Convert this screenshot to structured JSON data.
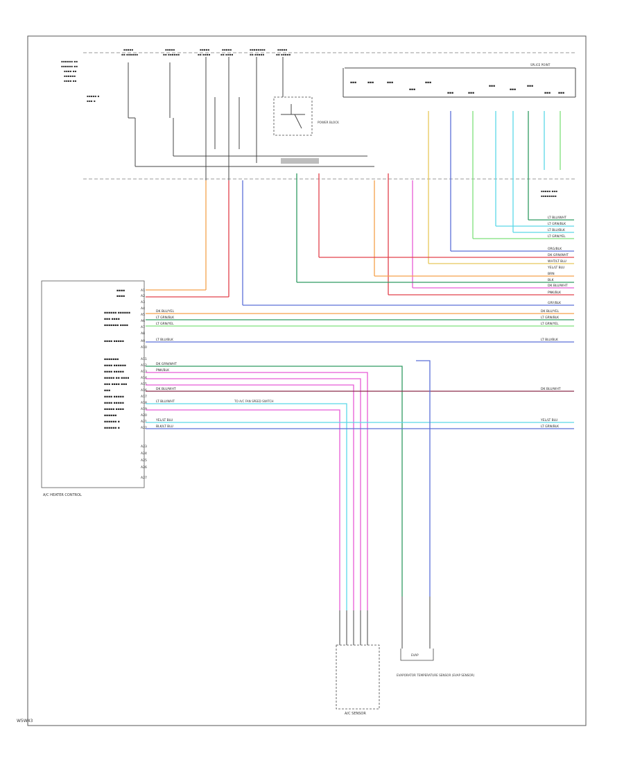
{
  "page": {
    "footer_code": "W5W43"
  },
  "components": {
    "hvac_control": "A/C HEATER CONTROL",
    "ac_sensor": "A/C SENSOR",
    "evaporator": "EVAPORATOR TEMPERATURE SENSOR (EVAP SENSOR)",
    "evaporator_short": "EVAP",
    "relay_block": "POWER BLOCK",
    "jump_point": "SPLICE POINT",
    "diode_note": "TO A/C FAN SPEED SWITCH"
  },
  "wire_labels": [
    "LT BLU/WHT",
    "LT GRN/BLK",
    "LT BLU/BLK",
    "LT GRN/YEL",
    "ORG/BLK",
    "DK GRN/WHT",
    "WHT/LT BLU",
    "YEL/LT BLU",
    "BRN",
    "BLK",
    "DK BLU/WHT",
    "PNK/BLK",
    "GRY/BLK",
    "DK BLU/YEL",
    "BLK/LT BLU",
    "LT GRN/BLK"
  ],
  "pin_labels": [
    "A1",
    "A2",
    "A3",
    "A4",
    "A5",
    "A6",
    "A7",
    "A8",
    "A9",
    "A10",
    "A11",
    "A12",
    "A13",
    "A14",
    "A15",
    "A16",
    "A17",
    "A18",
    "A19",
    "A20",
    "A21",
    "A22",
    "A23",
    "A24",
    "A25",
    "A26",
    "A27"
  ],
  "colors": {
    "orange": "#f5a14a",
    "red": "#e2404a",
    "blue": "#5a6fd8",
    "green": "#2f9a62",
    "pink": "#e85bd6",
    "cyan": "#5ad8e8",
    "yellow": "#e8c85a",
    "lightgreen": "#7ee07a",
    "darkred": "#8a2a4a",
    "gray": "#8a8a8a"
  }
}
